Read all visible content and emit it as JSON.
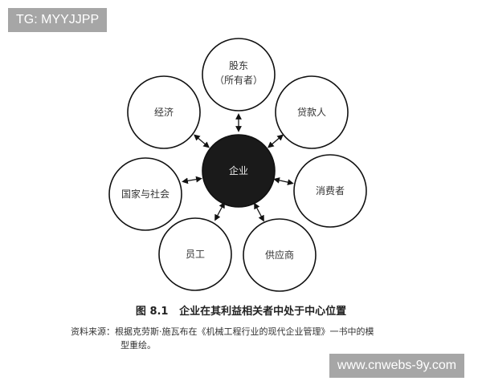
{
  "watermarks": {
    "top_left": "TG: MYYJJPP",
    "bottom_right": "www.cnwebs-9y.com"
  },
  "diagram": {
    "center": {
      "label": "企业",
      "fill": "#1a1a1a"
    },
    "nodes": [
      {
        "id": "shareholders",
        "label": "股东",
        "label2": "（所有者）"
      },
      {
        "id": "lenders",
        "label": "贷款人"
      },
      {
        "id": "consumers",
        "label": "消费者"
      },
      {
        "id": "suppliers",
        "label": "供应商"
      },
      {
        "id": "employees",
        "label": "员工"
      },
      {
        "id": "state-society",
        "label": "国家与社会"
      },
      {
        "id": "economy",
        "label": "经济"
      }
    ]
  },
  "caption": {
    "figure_no": "图 8.1",
    "title": "企业在其利益相关者中处于中心位置"
  },
  "source": {
    "line1": "资料来源：根据克劳斯·施瓦布在《机械工程行业的现代企业管理》一书中的模",
    "line2": "型重绘。"
  }
}
